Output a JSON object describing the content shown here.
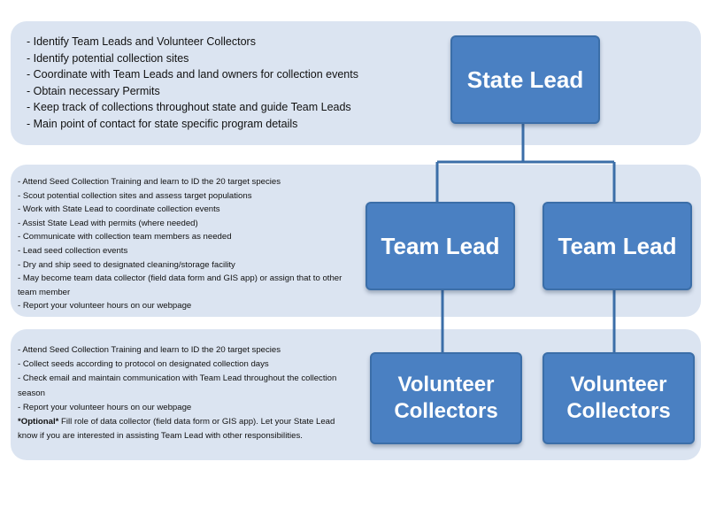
{
  "state_band": {
    "box_label": "State Lead",
    "items": [
      "- Identify Team Leads and Volunteer Collectors",
      "- Identify potential collection sites",
      "- Coordinate with Team Leads and land owners for collection events",
      "- Obtain necessary Permits",
      "- Keep track of collections throughout state and guide Team Leads",
      "- Main point of contact for state specific program details"
    ]
  },
  "team_band": {
    "box_label_1": "Team Lead",
    "box_label_2": "Team Lead",
    "items": [
      "- Attend Seed Collection Training and learn to ID the 20 target species",
      "- Scout potential collection sites and assess target populations",
      "- Work with State Lead to coordinate collection events",
      "- Assist State Lead with permits (where needed)",
      "- Communicate with collection team members as needed",
      "- Lead seed collection events",
      "- Dry and ship seed to designated cleaning/storage facility",
      "- May become team data collector (field data form and GIS app) or assign that to other team member",
      "- Report your volunteer hours on our webpage"
    ]
  },
  "volunteer_band": {
    "box_label_1": "Volunteer Collectors",
    "box_label_2": "Volunteer Collectors",
    "items": [
      "- Attend Seed Collection Training and learn to ID the 20 target species",
      "- Collect seeds according to protocol on designated collection days",
      "- Check email and maintain communication with Team Lead throughout the collection season",
      "- Report your volunteer hours on our webpage"
    ],
    "optional_label": "*Optional*",
    "optional_text": " Fill role of data collector (field data form or GIS app). Let your State Lead know if you are interested in assisting Team Lead with other responsibilities."
  },
  "colors": {
    "band": "#dbe4f1",
    "box": "#4a80c2",
    "connector": "#3b6ea8"
  }
}
